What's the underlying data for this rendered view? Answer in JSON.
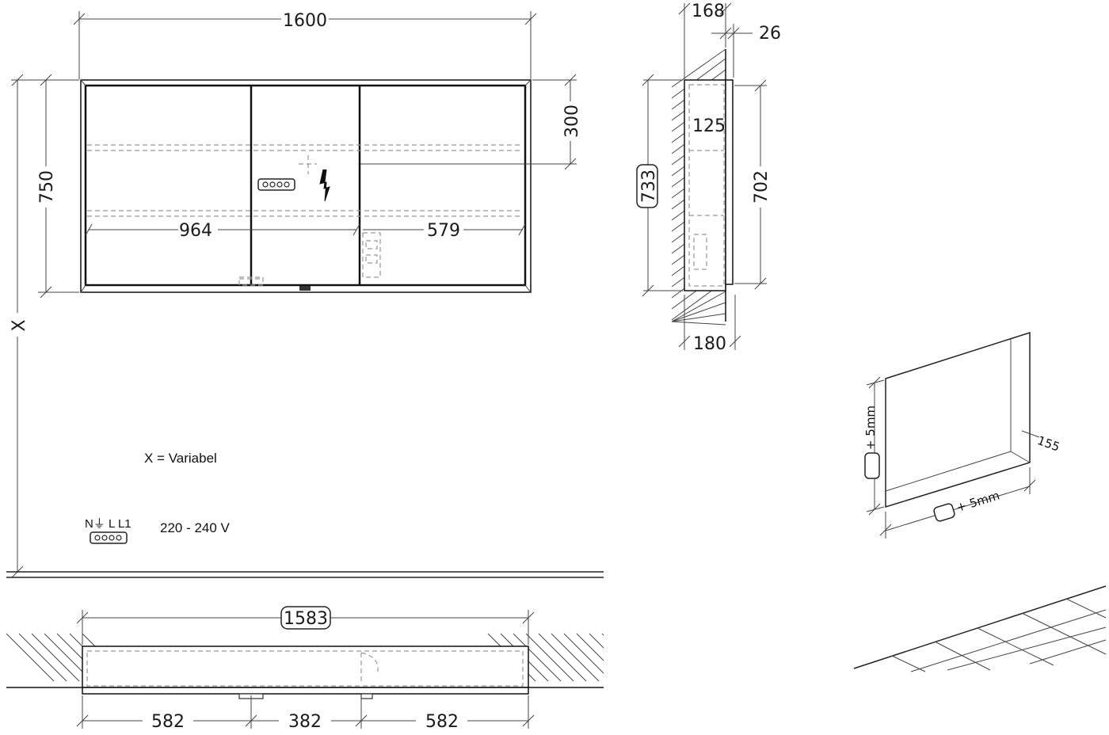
{
  "front_view": {
    "width": "1600",
    "height": "750",
    "upper_offset": "300",
    "left_section": "964",
    "right_section": "579",
    "variable_label": "X"
  },
  "side_view": {
    "depth_top": "168",
    "frame": "26",
    "inner_offset": "125",
    "height_outer": "733",
    "height_inner": "702",
    "depth_bottom": "180"
  },
  "legend": {
    "variable_note": "X = Variabel",
    "terminal_label": "N⏚ L L1",
    "voltage": "220 - 240 V"
  },
  "plan_view": {
    "recess_width": "1583",
    "seg_left": "582",
    "seg_mid": "382",
    "seg_right": "582"
  },
  "iso_view": {
    "height_tolerance": "+ 5mm",
    "width_tolerance": "+ 5mm",
    "depth": "155"
  }
}
